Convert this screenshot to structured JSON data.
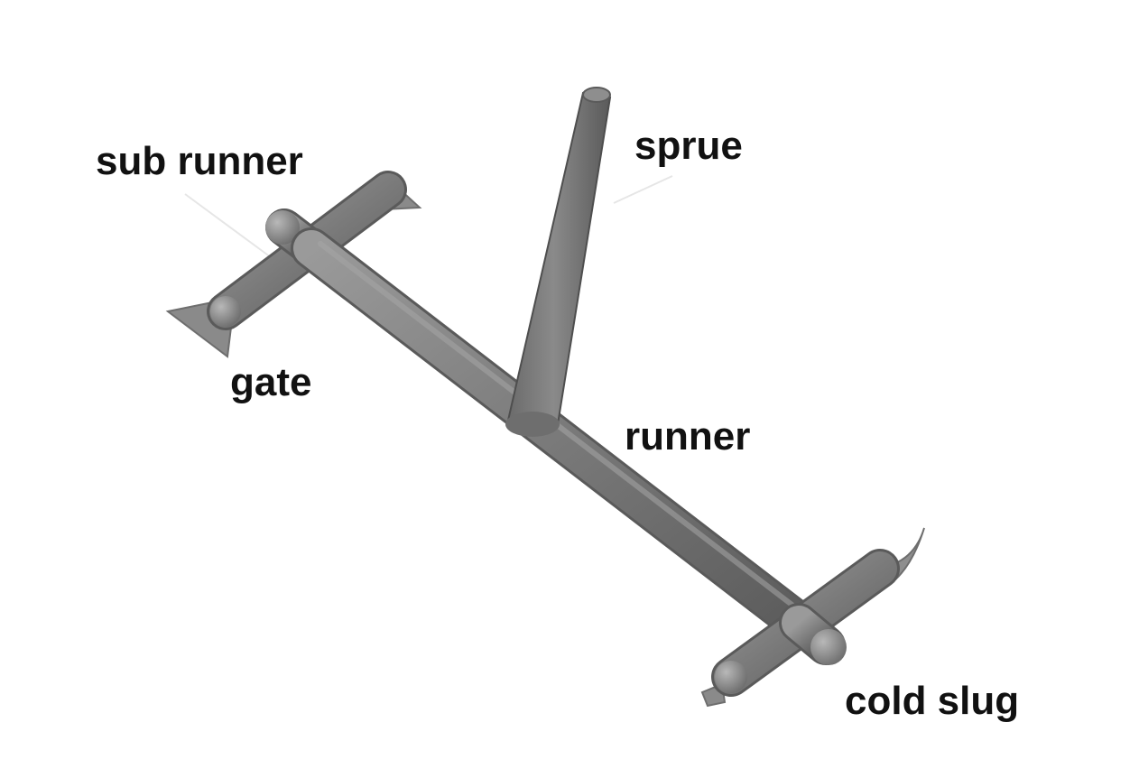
{
  "labels": {
    "sprue": "sprue",
    "sub_runner": "sub runner",
    "gate": "gate",
    "runner": "runner",
    "cold_slug": "cold slug"
  },
  "colors": {
    "background": "#ffffff",
    "part_body": "#7a7a7a",
    "part_highlight": "#a8a8a8",
    "part_shadow": "#4e4e4e",
    "gate_fill": "#8a8a8a",
    "text": "#111111"
  }
}
